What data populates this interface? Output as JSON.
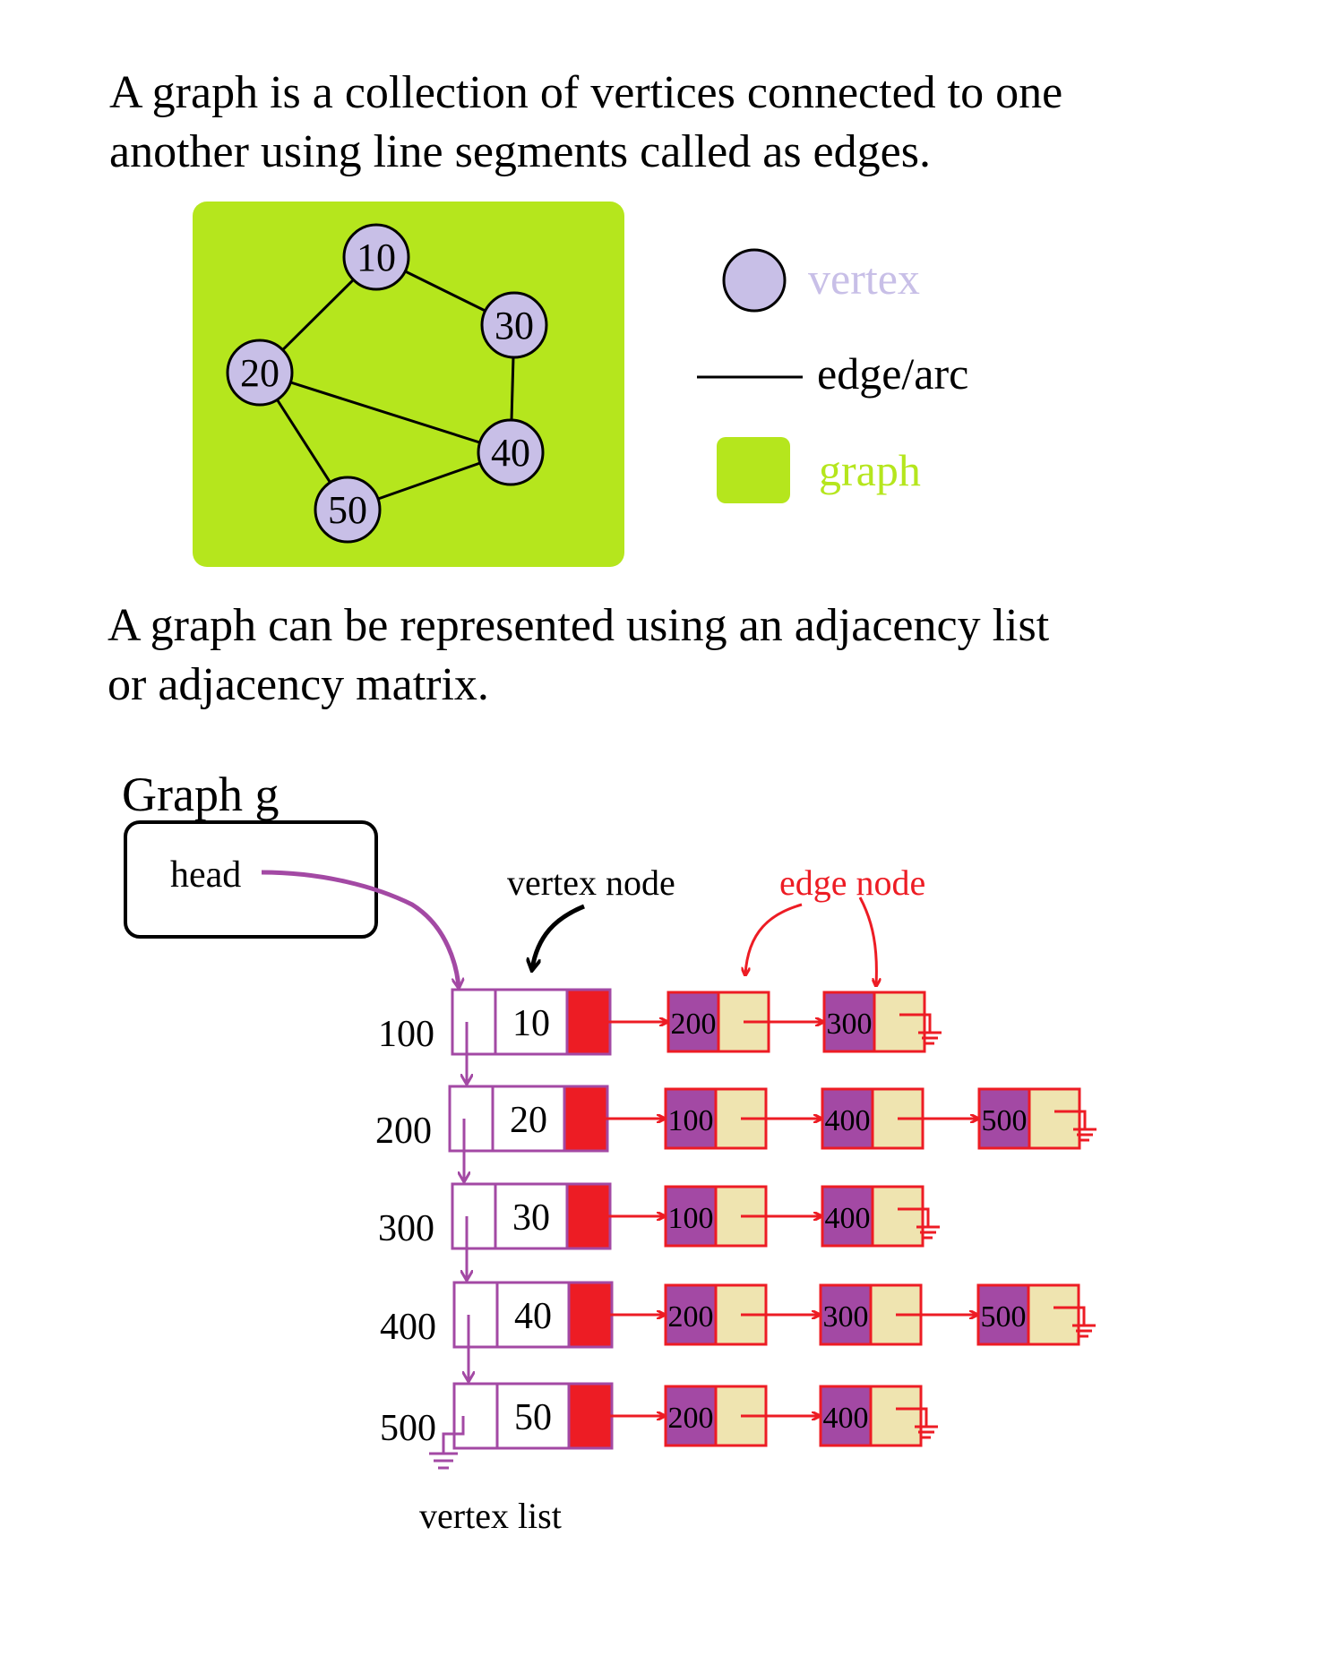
{
  "intro_text": {
    "line1": "A graph is a collection of vertices connected to one",
    "line2": "another using line segments called as edges."
  },
  "graph_example": {
    "vertices": [
      {
        "id": "v10",
        "label": "10"
      },
      {
        "id": "v30",
        "label": "30"
      },
      {
        "id": "v20",
        "label": "20"
      },
      {
        "id": "v40",
        "label": "40"
      },
      {
        "id": "v50",
        "label": "50"
      }
    ],
    "edges": [
      [
        "v10",
        "v30"
      ],
      [
        "v10",
        "v20"
      ],
      [
        "v30",
        "v40"
      ],
      [
        "v20",
        "v40"
      ],
      [
        "v20",
        "v50"
      ],
      [
        "v50",
        "v40"
      ]
    ]
  },
  "legend": {
    "vertex": "vertex",
    "edge": "edge/arc",
    "graph": "graph"
  },
  "representation_text": {
    "line1": "A graph can be represented using an adjacency list",
    "line2": "or adjacency matrix."
  },
  "structure": {
    "title": "Graph g",
    "head_label": "head",
    "vertex_node_label": "vertex node",
    "edge_node_label": "edge node",
    "vertex_list_label": "vertex list"
  },
  "adjacency_list": [
    {
      "address": "100",
      "value": "10",
      "edges": [
        "200",
        "300"
      ]
    },
    {
      "address": "200",
      "value": "20",
      "edges": [
        "100",
        "400",
        "500"
      ]
    },
    {
      "address": "300",
      "value": "30",
      "edges": [
        "100",
        "400"
      ]
    },
    {
      "address": "400",
      "value": "40",
      "edges": [
        "200",
        "300",
        "500"
      ]
    },
    {
      "address": "500",
      "value": "50",
      "edges": [
        "200",
        "400"
      ]
    }
  ],
  "colors": {
    "graph_bg": "#b5e61d",
    "vertex_fill": "#c8bfe7",
    "vertex_label": "#c8bfe7",
    "graph_label": "#b5e61d",
    "link_red": "#ed1c24",
    "vertex_box": "#a349a4",
    "edge_ptr_fill": "#a349a4",
    "edge_data_fill": "#efe4b0"
  }
}
